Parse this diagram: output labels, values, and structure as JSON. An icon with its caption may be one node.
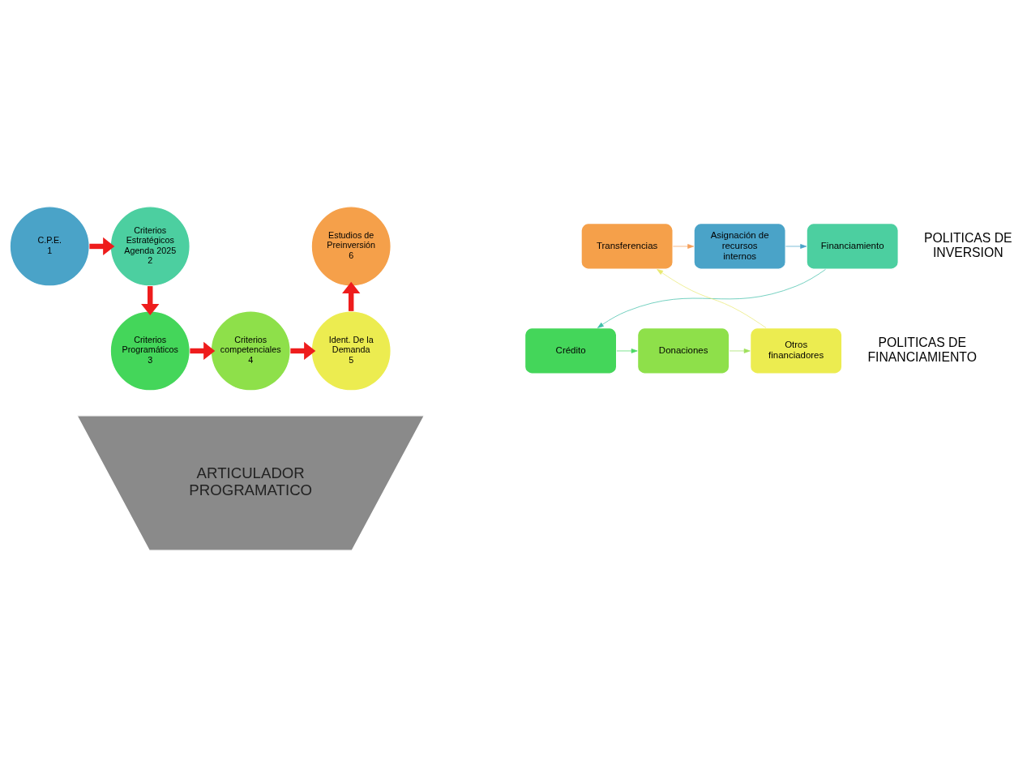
{
  "diagram": {
    "nodes": [
      {
        "text": [
          "C.P.E.",
          "1"
        ]
      },
      {
        "text": [
          "Criterios Estratégicos Agenda 2025",
          "2"
        ]
      },
      {
        "text": [
          "Criterios Programáticos",
          "3"
        ]
      },
      {
        "text": [
          "Criterios competenciales",
          "4"
        ]
      },
      {
        "text": [
          "Ident. De la Demanda",
          "5"
        ]
      },
      {
        "text": [
          "Estudios de Preinversión",
          "6"
        ]
      },
      {
        "text": [
          "Asignación de recursos internos"
        ]
      },
      {
        "text": [
          "Financiamiento"
        ]
      },
      {
        "text": [
          "Crédito"
        ]
      },
      {
        "text": [
          "Donaciones"
        ]
      },
      {
        "text": [
          "Otros financiadores"
        ]
      },
      {
        "text": [
          "Transferencias"
        ]
      },
      {
        "text": [
          "ARTICULADOR PROGRAMATICO"
        ]
      }
    ],
    "edges": [
      {
        "from": 0,
        "to": 1,
        "arrow": "to",
        "style": "thick"
      },
      {
        "from": 1,
        "to": 2,
        "arrow": "to",
        "style": "thick"
      },
      {
        "from": 2,
        "to": 3,
        "arrow": "to",
        "style": "thick"
      },
      {
        "from": 3,
        "to": 4,
        "arrow": "to",
        "style": "thick"
      },
      {
        "from": 4,
        "to": 5,
        "arrow": "to",
        "style": "thick"
      },
      {
        "from": 6,
        "to": 7,
        "arrow": "to",
        "color": "#4aa3c8"
      },
      {
        "from": 7,
        "to": 8,
        "arrow": "to",
        "color": "#3fbfa8"
      },
      {
        "from": 8,
        "to": 9,
        "arrow": "to",
        "color": "#4cd964"
      },
      {
        "from": 9,
        "to": 10,
        "arrow": "to",
        "color": "#9ee05a"
      },
      {
        "from": 10,
        "to": 11,
        "arrow": "to",
        "color": "#e8e870"
      },
      {
        "from": 11,
        "to": 6,
        "arrow": "to",
        "color": "#f5a05a"
      }
    ],
    "labels": [
      "POLITICAS DE INVERSION",
      "POLITICAS DE FINANCIAMIENTO"
    ]
  }
}
